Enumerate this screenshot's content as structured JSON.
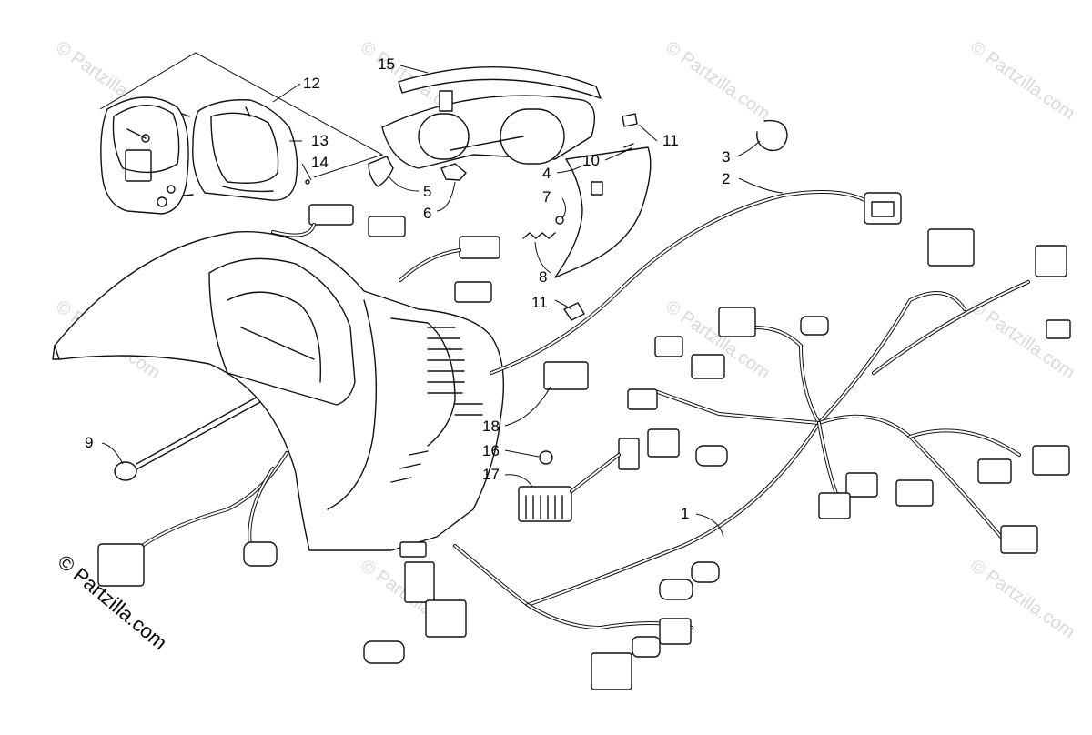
{
  "callouts": {
    "c1": "1",
    "c2": "2",
    "c3": "3",
    "c4": "4",
    "c5": "5",
    "c6": "6",
    "c7": "7",
    "c8": "8",
    "c9": "9",
    "c10": "10",
    "c11a": "11",
    "c11b": "11",
    "c12": "12",
    "c13": "13",
    "c14": "14",
    "c15": "15",
    "c16": "16",
    "c17": "17",
    "c18": "18"
  },
  "watermark": "© Partzilla.com",
  "copyright": "© Partzilla.com"
}
